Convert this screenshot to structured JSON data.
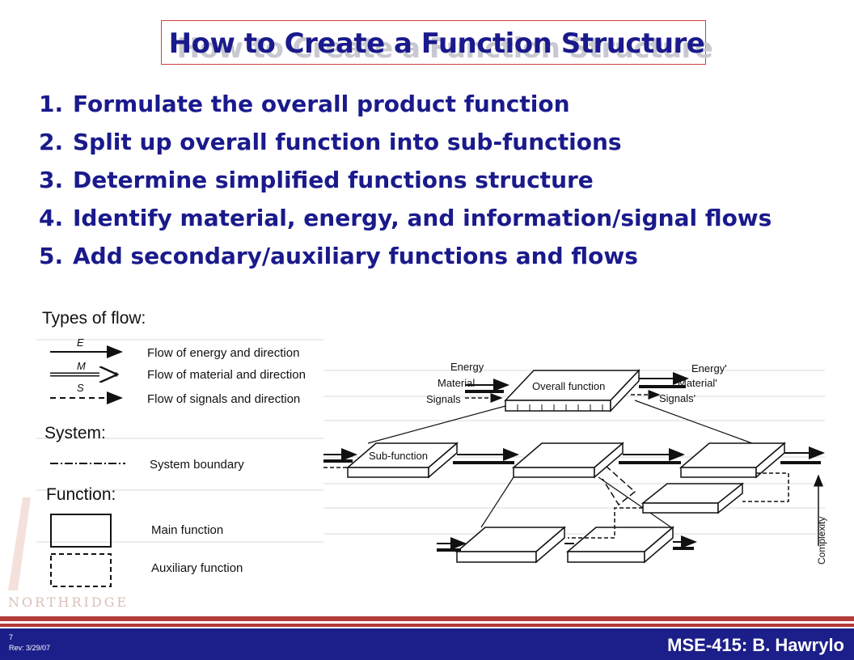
{
  "title": "How to Create a Function Structure",
  "steps": [
    {
      "num": "1.",
      "text": "Formulate the overall product function"
    },
    {
      "num": "2.",
      "text": "Split up overall function into sub-functions"
    },
    {
      "num": "3.",
      "text": "Determine simplified functions structure"
    },
    {
      "num": "4.",
      "text": "Identify material, energy, and information/signal flows"
    },
    {
      "num": "5.",
      "text": "Add secondary/auxiliary functions and flows"
    }
  ],
  "legend": {
    "types_heading": "Types of flow:",
    "energy_letter": "E",
    "energy_label": "Flow of energy and direction",
    "material_letter": "M",
    "material_label": "Flow of material and direction",
    "signal_letter": "S",
    "signal_label": "Flow of signals and direction",
    "system_heading": "System:",
    "system_label": "System boundary",
    "function_heading": "Function:",
    "main_label": "Main function",
    "aux_label": "Auxiliary function"
  },
  "diagram": {
    "energy_in": "Energy",
    "material_in": "Material",
    "signals_in": "Signals",
    "overall_function": "Overall function",
    "energy_out": "Energy'",
    "material_out": "Material'",
    "signals_out": "Signals'",
    "sub_function": "Sub-function",
    "complexity": "Complexity"
  },
  "logo_text": "NORTHRIDGE",
  "footer": {
    "slide_number": "7",
    "revision": "Rev: 3/29/07",
    "course": "MSE-415: B. Hawrylo"
  },
  "colors": {
    "title": "#1a1a8c",
    "footer_bg": "#1c1e8a",
    "accent_red": "#b23a3a"
  }
}
